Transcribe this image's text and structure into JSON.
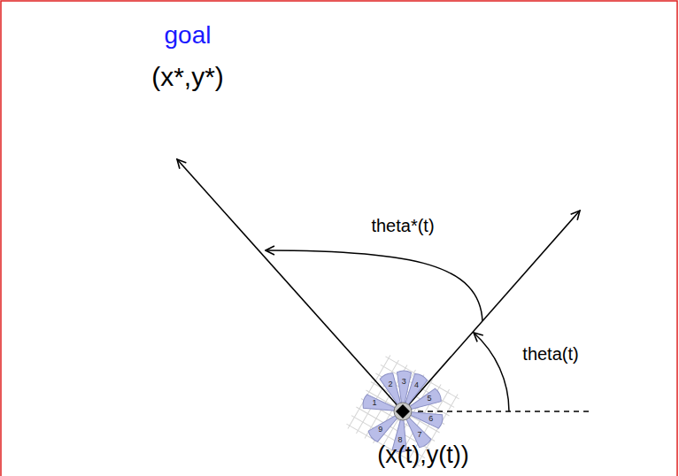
{
  "diagram": {
    "labels": [
      "goal",
      "(x*,y*)",
      "theta*(t)",
      "theta(t)",
      "1",
      "2",
      "3",
      "4",
      "5",
      "6",
      "7",
      "8",
      "9",
      "(x(t),y(t))"
    ]
  }
}
